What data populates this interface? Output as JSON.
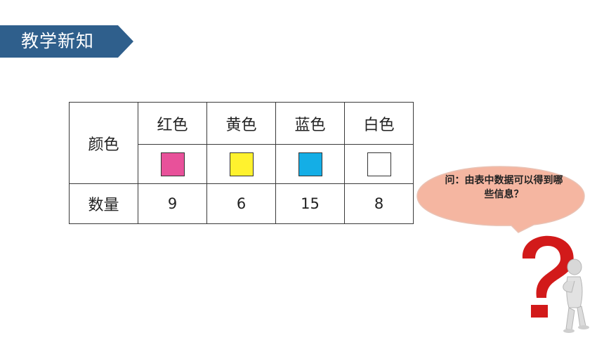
{
  "header": {
    "title": "教学新知"
  },
  "table": {
    "label_color": "颜色",
    "label_count": "数量",
    "columns": [
      {
        "name": "红色",
        "swatch_color": "#e8519a",
        "count": "9"
      },
      {
        "name": "黄色",
        "swatch_color": "#fff22e",
        "count": "6"
      },
      {
        "name": "蓝色",
        "swatch_color": "#14aee6",
        "count": "15"
      },
      {
        "name": "白色",
        "swatch_color": "#ffffff",
        "count": "8"
      }
    ]
  },
  "bubble": {
    "text": "问：由表中数据可以得到哪些信息？"
  },
  "colors": {
    "banner": "#2f5f8c",
    "bubble_fill": "#f5b6a1",
    "question_mark": "#d21a1a"
  }
}
